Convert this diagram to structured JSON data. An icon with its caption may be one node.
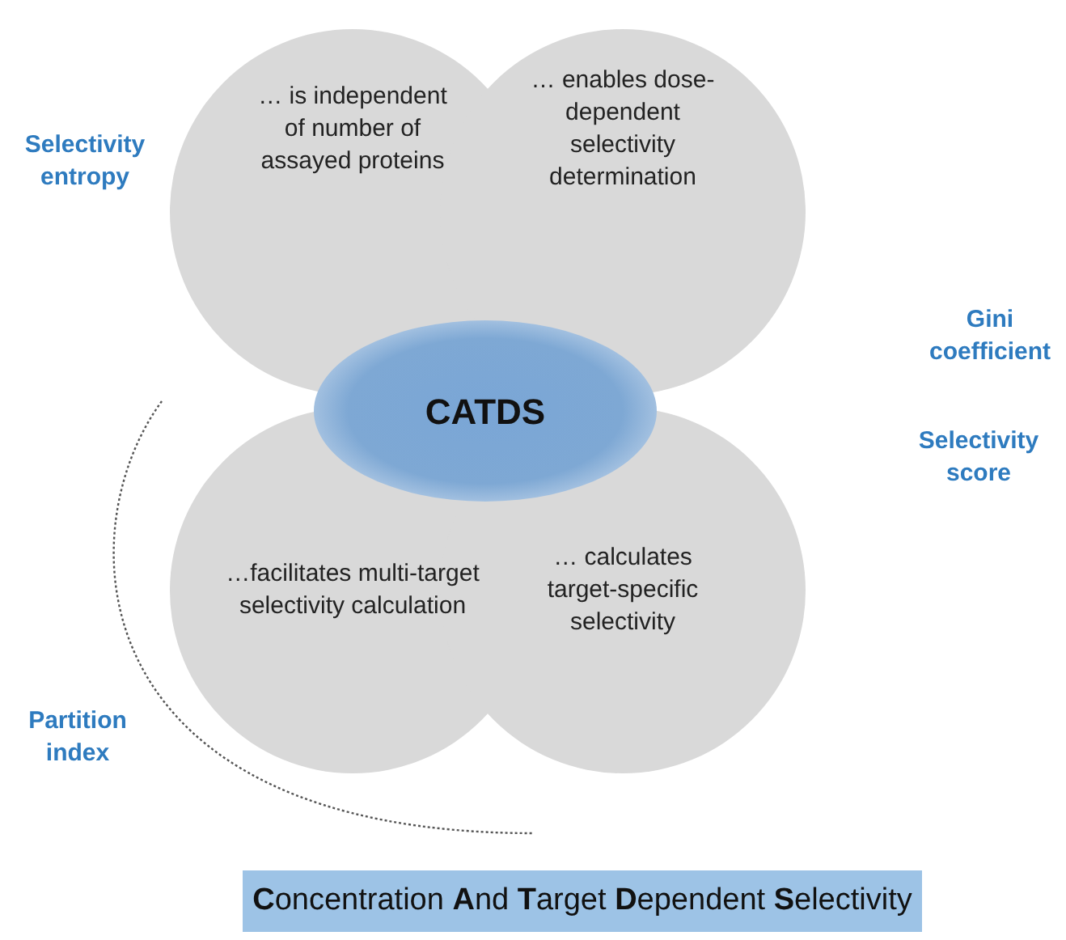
{
  "diagram": {
    "nodes": [
      {
        "text": [
          "… is independent of number of assayed proteins"
        ]
      },
      {
        "text": [
          "… enables dose-dependent selectivity determination"
        ]
      },
      {
        "text": [
          "CATDS"
        ]
      },
      {
        "text": [
          "…facilitates multi-target selectivity calculation"
        ]
      },
      {
        "text": [
          "… calculates target-specific selectivity"
        ]
      },
      {
        "text": [
          "**C**oncentration **A**nd **T**arget **D**ependent **S**electivity"
        ]
      }
    ],
    "labels": [
      "Selectivity entropy",
      "Gini coefficient",
      "Selectivity score",
      "Partition index"
    ]
  }
}
